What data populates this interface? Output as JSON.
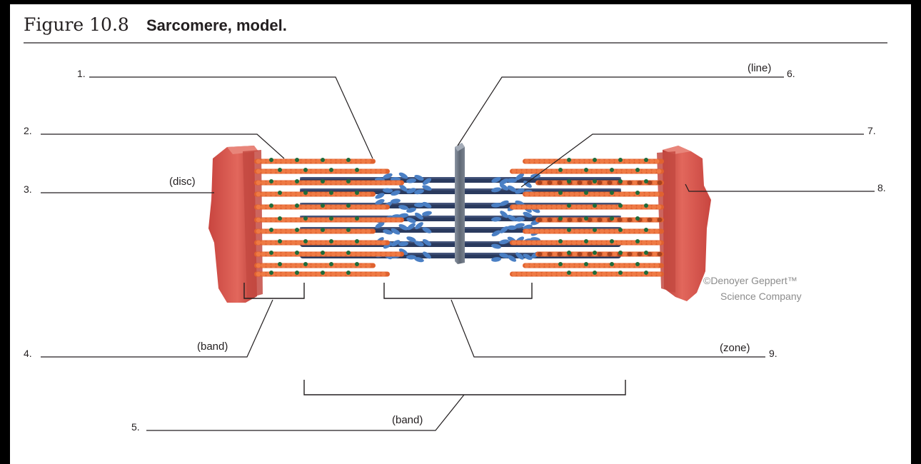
{
  "figure": {
    "number": "Figure 10.8",
    "title": "Sarcomere, model."
  },
  "labels": [
    {
      "id": "1",
      "number": "1.",
      "hint": ""
    },
    {
      "id": "2",
      "number": "2.",
      "hint": ""
    },
    {
      "id": "3",
      "number": "3.",
      "hint": "(disc)"
    },
    {
      "id": "4",
      "number": "4.",
      "hint": "(band)"
    },
    {
      "id": "5",
      "number": "5.",
      "hint": "(band)"
    },
    {
      "id": "6",
      "number": "6.",
      "hint": "(line)"
    },
    {
      "id": "7",
      "number": "7.",
      "hint": ""
    },
    {
      "id": "8",
      "number": "8.",
      "hint": ""
    },
    {
      "id": "9",
      "number": "9.",
      "hint": "(zone)"
    }
  ],
  "credit": {
    "line1": "©Denoyer Geppert™",
    "line2": "Science Company"
  },
  "colors": {
    "thin_filament": "#e0622f",
    "thin_filament_dark": "#a8431d",
    "troponin": "#1f6b3a",
    "thick_filament": "#2a3a5e",
    "myosin_head": "#4a7fc4",
    "z_disc": "#d9584f",
    "z_disc_dark": "#b23f3a",
    "m_line": "#6d7684"
  }
}
